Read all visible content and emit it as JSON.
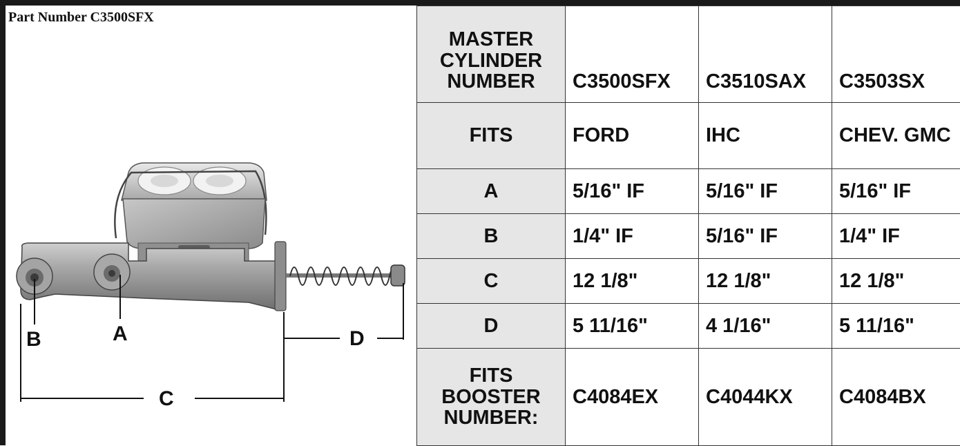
{
  "title": "Part Number C3500SFX",
  "diagram": {
    "labels": {
      "b": "B",
      "a": "A",
      "c": "C",
      "d": "D"
    }
  },
  "spec_table": {
    "rows": [
      {
        "label": "MASTER CYLINDER NUMBER",
        "values": [
          "C3500SFX",
          "C3510SAX",
          "C3503SX"
        ]
      },
      {
        "label": "FITS",
        "values": [
          "FORD",
          "IHC",
          "CHEV. GMC"
        ]
      },
      {
        "label": "A",
        "values": [
          "5/16\" IF",
          "5/16\" IF",
          "5/16\" IF"
        ]
      },
      {
        "label": "B",
        "values": [
          "1/4\" IF",
          "5/16\" IF",
          "1/4\" IF"
        ]
      },
      {
        "label": "C",
        "values": [
          "12 1/8\"",
          "12 1/8\"",
          "12 1/8\""
        ]
      },
      {
        "label": "D",
        "values": [
          "5 11/16\"",
          "4 1/16\"",
          "5 11/16\""
        ]
      },
      {
        "label": "FITS BOOSTER NUMBER:",
        "values": [
          "C4084EX",
          "C4044KX",
          "C4084BX"
        ]
      }
    ]
  }
}
